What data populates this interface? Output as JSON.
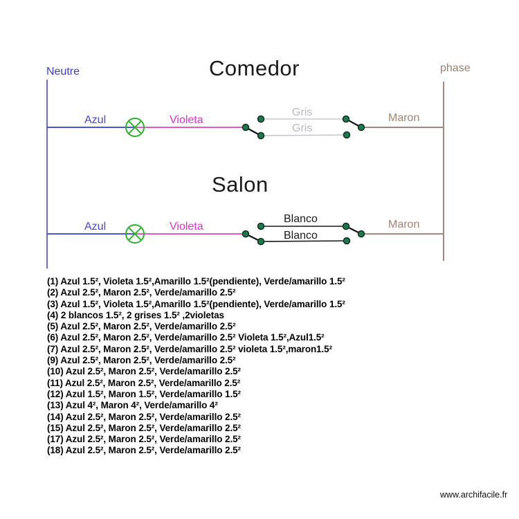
{
  "page": {
    "watermark": "www.archifacile.fr"
  },
  "diagram": {
    "bus_labels": {
      "neutral": "Neutre",
      "phase": "phase"
    },
    "rooms": [
      {
        "title": "Comedor",
        "wire_labels": {
          "azul": "Azul",
          "violeta": "Violeta",
          "pair_top": "Gris",
          "pair_bottom": "Gris",
          "maron": "Maron"
        }
      },
      {
        "title": "Salon",
        "wire_labels": {
          "azul": "Azul",
          "violeta": "Violeta",
          "pair_top": "Blanco",
          "pair_bottom": "Blanco",
          "maron": "Maron"
        }
      }
    ],
    "colors": {
      "neutral_line": "#4747bd",
      "phase_line": "#a5887a",
      "azul_wire": "#4b55cd",
      "violeta_wire": "#e05acb",
      "gris_wire": "#c6c6ce",
      "blanco_wire": "#191919",
      "maron_wire": "#a5887a",
      "lamp_green": "#2eb32e",
      "contact_dot_green": "#1d7a4e",
      "label_neutre": "#3f3fb2",
      "label_phase": "#9a8172",
      "label_azul": "#4646ce",
      "label_violeta": "#dd33cc",
      "label_gris": "#b9b9bf",
      "label_maron": "#a3836f"
    }
  },
  "legend": {
    "lines": [
      "(1) Azul 1.5², Violeta 1.5²,Amarillo 1.5²(pendiente), Verde/amarillo 1.5²",
      "(2) Azul 2.5², Maron 2.5², Verde/amarillo 2.5²",
      "(3) Azul 1.5², Violeta 1.5²,Amarillo 1.5²(pendiente), Verde/amarillo 1.5²",
      "(4) 2 blancos 1.5², 2 grises 1.5² ,2violetas",
      "(5) Azul 2.5², Maron 2.5², Verde/amarillo 2.5²",
      "(6) Azul 2.5², Maron 2.5², Verde/amarillo 2.5² Violeta 1.5²,Azul1.5²",
      "(7) Azul 2.5², Maron 2.5², Verde/amarillo 2.5² violeta 1.5²,maron1.5²",
      "(9) Azul 2.5², Maron 2.5², Verde/amarillo 2.5²",
      "(10) Azul 2.5², Maron 2.5², Verde/amarillo 2.5²",
      "(11) Azul 2.5², Maron 2.5², Verde/amarillo 2.5²",
      "(12) Azul 1.5², Maron 1.5², Verde/amarillo 1.5²",
      "(13) Azul 4², Maron 4², Verde/amarillo 4²",
      "(14) Azul 2.5², Maron 2.5², Verde/amarillo 2.5²",
      "(15) Azul 2.5², Maron 2.5², Verde/amarillo 2.5²",
      "(17) Azul 2.5², Maron 2.5², Verde/amarillo 2.5²",
      "(18) Azul 2.5², Maron 2.5², Verde/amarillo 2.5²"
    ]
  }
}
